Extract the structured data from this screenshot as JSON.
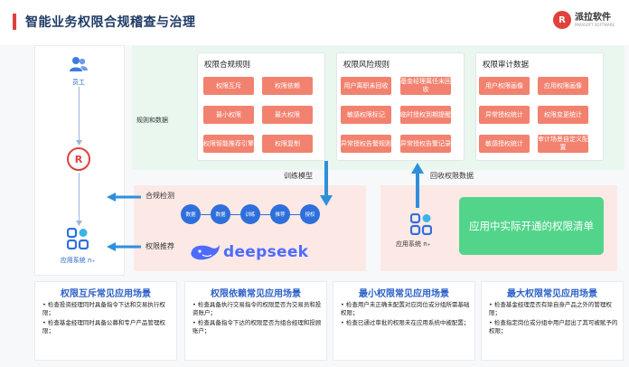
{
  "header": {
    "title": "智能业务权限合规稽查与治理",
    "brand_mark": "R",
    "brand_name": "派拉软件",
    "brand_sub": "PARASOFT SOFTWARE"
  },
  "left": {
    "employee_label": "员工",
    "logo_mark": "R",
    "app_label": "应用系统 n₊"
  },
  "rules_data_label": "规则和数据",
  "cards": [
    {
      "title": "权限合规规则",
      "chips": [
        "权限互斥",
        "权限依赖",
        "最小权限",
        "最大权限",
        "权限智能推荐引擎",
        "权限复制"
      ]
    },
    {
      "title": "权限风险规则",
      "chips": [
        "用户离职未回收",
        "基金经理离任未回收",
        "敏感权限标记",
        "临时授权到期提醒",
        "异常授权告警规则",
        "异常授权告警记录"
      ]
    },
    {
      "title": "权限审计数据",
      "chips": [
        "用户权限画像",
        "应用权限画像",
        "异常授权统计",
        "权限变更统计",
        "敏感授权统计",
        "审计场景自定义配置"
      ]
    }
  ],
  "flows": {
    "train_model": "训练模型",
    "recover_data": "回收权限数据",
    "compliance_check": "合规检测",
    "permission_recommend": "权限推荐",
    "steps": [
      "数据",
      "数据",
      "训练",
      "推荐",
      "授权"
    ],
    "deepseek": "deepseek",
    "app_label": "应用系统 n₊",
    "actual_list": "应用中实际开通的权限清单"
  },
  "scenarios": [
    {
      "title": "权限互斥常见应用场景",
      "items": [
        "检查投资经理同时具备指令下达和交易执行权限；",
        "检查基金经理同时具备公募和专户产品管理权限；"
      ]
    },
    {
      "title": "权限依赖常见应用场景",
      "items": [
        "检查具备执行交易指令的权限是否为交易员和投资账户；",
        "检查具备指令下达的权限是否为组合经理和投顾账户；"
      ]
    },
    {
      "title": "最小权限常见应用场景",
      "items": [
        "检查用户未正确未配置对应岗位或分组所需基础权限；",
        "检查已通过审批的权限未在应用系统中被配置；"
      ]
    },
    {
      "title": "最大权限常见应用场景",
      "items": [
        "检查基金经理是否有除自身产品之外的管理权限；",
        "检查指定岗位或分组中用户超出了其可被赋予的权限；"
      ]
    }
  ],
  "colors": {
    "accent": "#e0413b",
    "chip": "#f2826f",
    "blue": "#2f6fdc",
    "green": "#52d58b",
    "title": "#1f3b66"
  }
}
